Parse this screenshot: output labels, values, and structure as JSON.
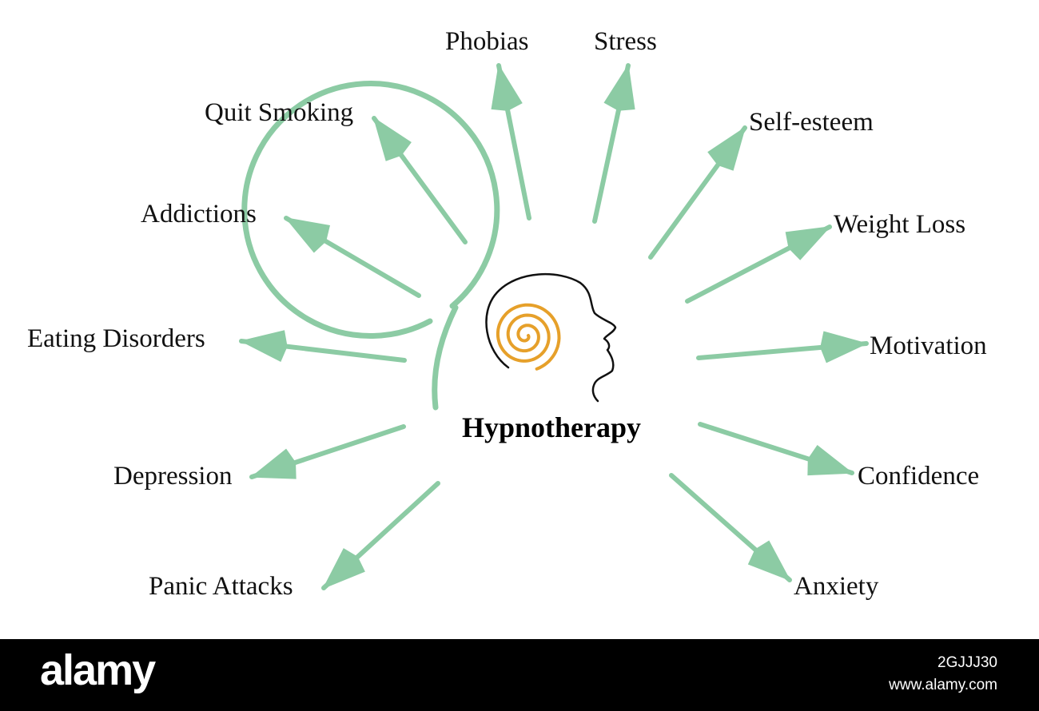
{
  "center": {
    "title": "Hypnotherapy"
  },
  "colors": {
    "arrow": "#8ccba4",
    "spiral": "#e6a02a",
    "text": "#111111",
    "footer_bg": "#000000"
  },
  "icons": {
    "head": "head-profile-icon",
    "spiral": "spiral-icon"
  },
  "benefits": [
    "Phobias",
    "Stress",
    "Self-esteem",
    "Weight Loss",
    "Motivation",
    "Confidence",
    "Anxiety",
    "Panic Attacks",
    "Depression",
    "Eating Disorders",
    "Addictions",
    "Quit Smoking"
  ],
  "footer": {
    "logo": "alamy",
    "image_id": "2GJJJ30",
    "site": "www.alamy.com"
  }
}
